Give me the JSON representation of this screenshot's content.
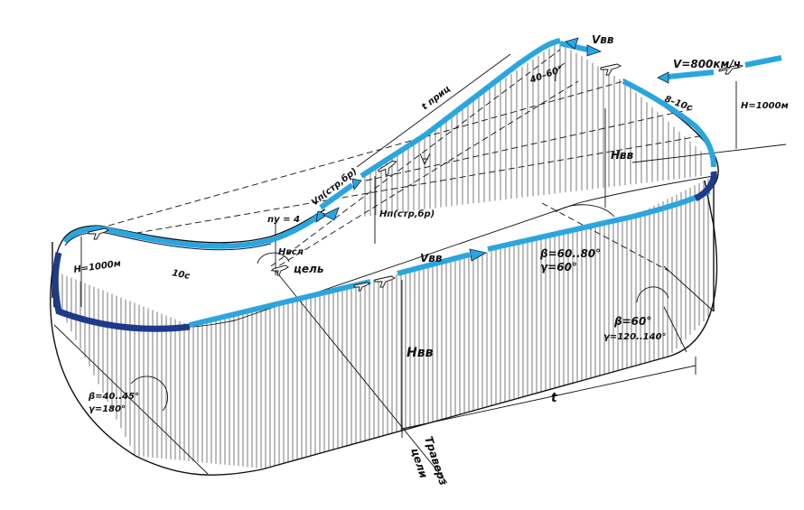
{
  "labels": {
    "vbb_top": "Vвв",
    "v_entry": "V=800км/ч",
    "h_entry": "H=1000м",
    "time_8_10": "8–10с",
    "angle_40_60": "40–60°",
    "t_prits": "t приц",
    "h_bb_right": "Hвв",
    "vn": "Vп(стр,бр)",
    "hn": "Hп(стр,бр)",
    "ny": "nу = 4",
    "h_left": "H=1000м",
    "ten_s": "10с",
    "h_vsl": "Hвсл",
    "target": "цель",
    "vbb_mid": "Vвв",
    "beta_60_80": "β=60..80°",
    "gamma_60": "γ=60°",
    "beta_60": "β=60°",
    "gamma_120_140": "γ=120..140°",
    "h_bb_mid": "Hвв",
    "t": "t",
    "beta_40_45": "β=40..45°",
    "gamma_180": "γ=180°",
    "traverse_1": "Траверз",
    "traverse_2": "цели"
  },
  "colors": {
    "ribbon": "#2aa6df",
    "ribbon_dark": "#1e3a8a",
    "ink": "#111111"
  }
}
